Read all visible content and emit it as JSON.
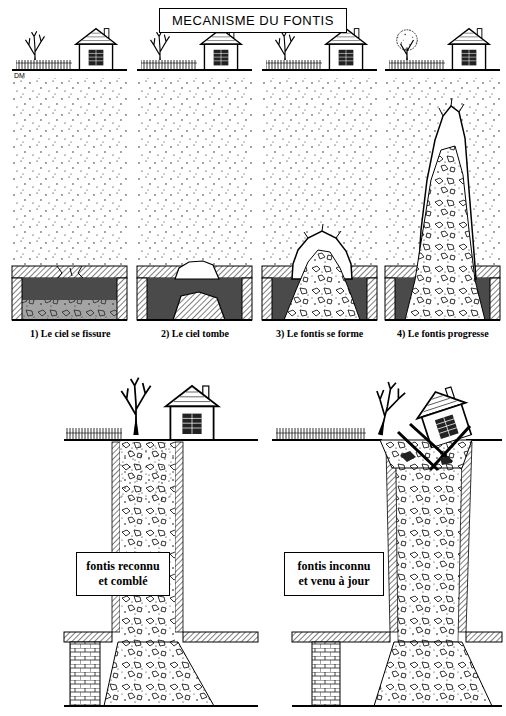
{
  "diagram": {
    "title": "MECANISME DU FONTIS",
    "nodes": [
      {
        "text": [
          "fontis reconnu et comblé"
        ]
      },
      {
        "text": [
          "fontis inconnu et venu à jour"
        ]
      }
    ],
    "labels": [
      "DM",
      "1) Le ciel se fissure",
      "2) Le ciel tombe",
      "3) Le fontis se forme",
      "4) Le fontis progresse"
    ]
  }
}
